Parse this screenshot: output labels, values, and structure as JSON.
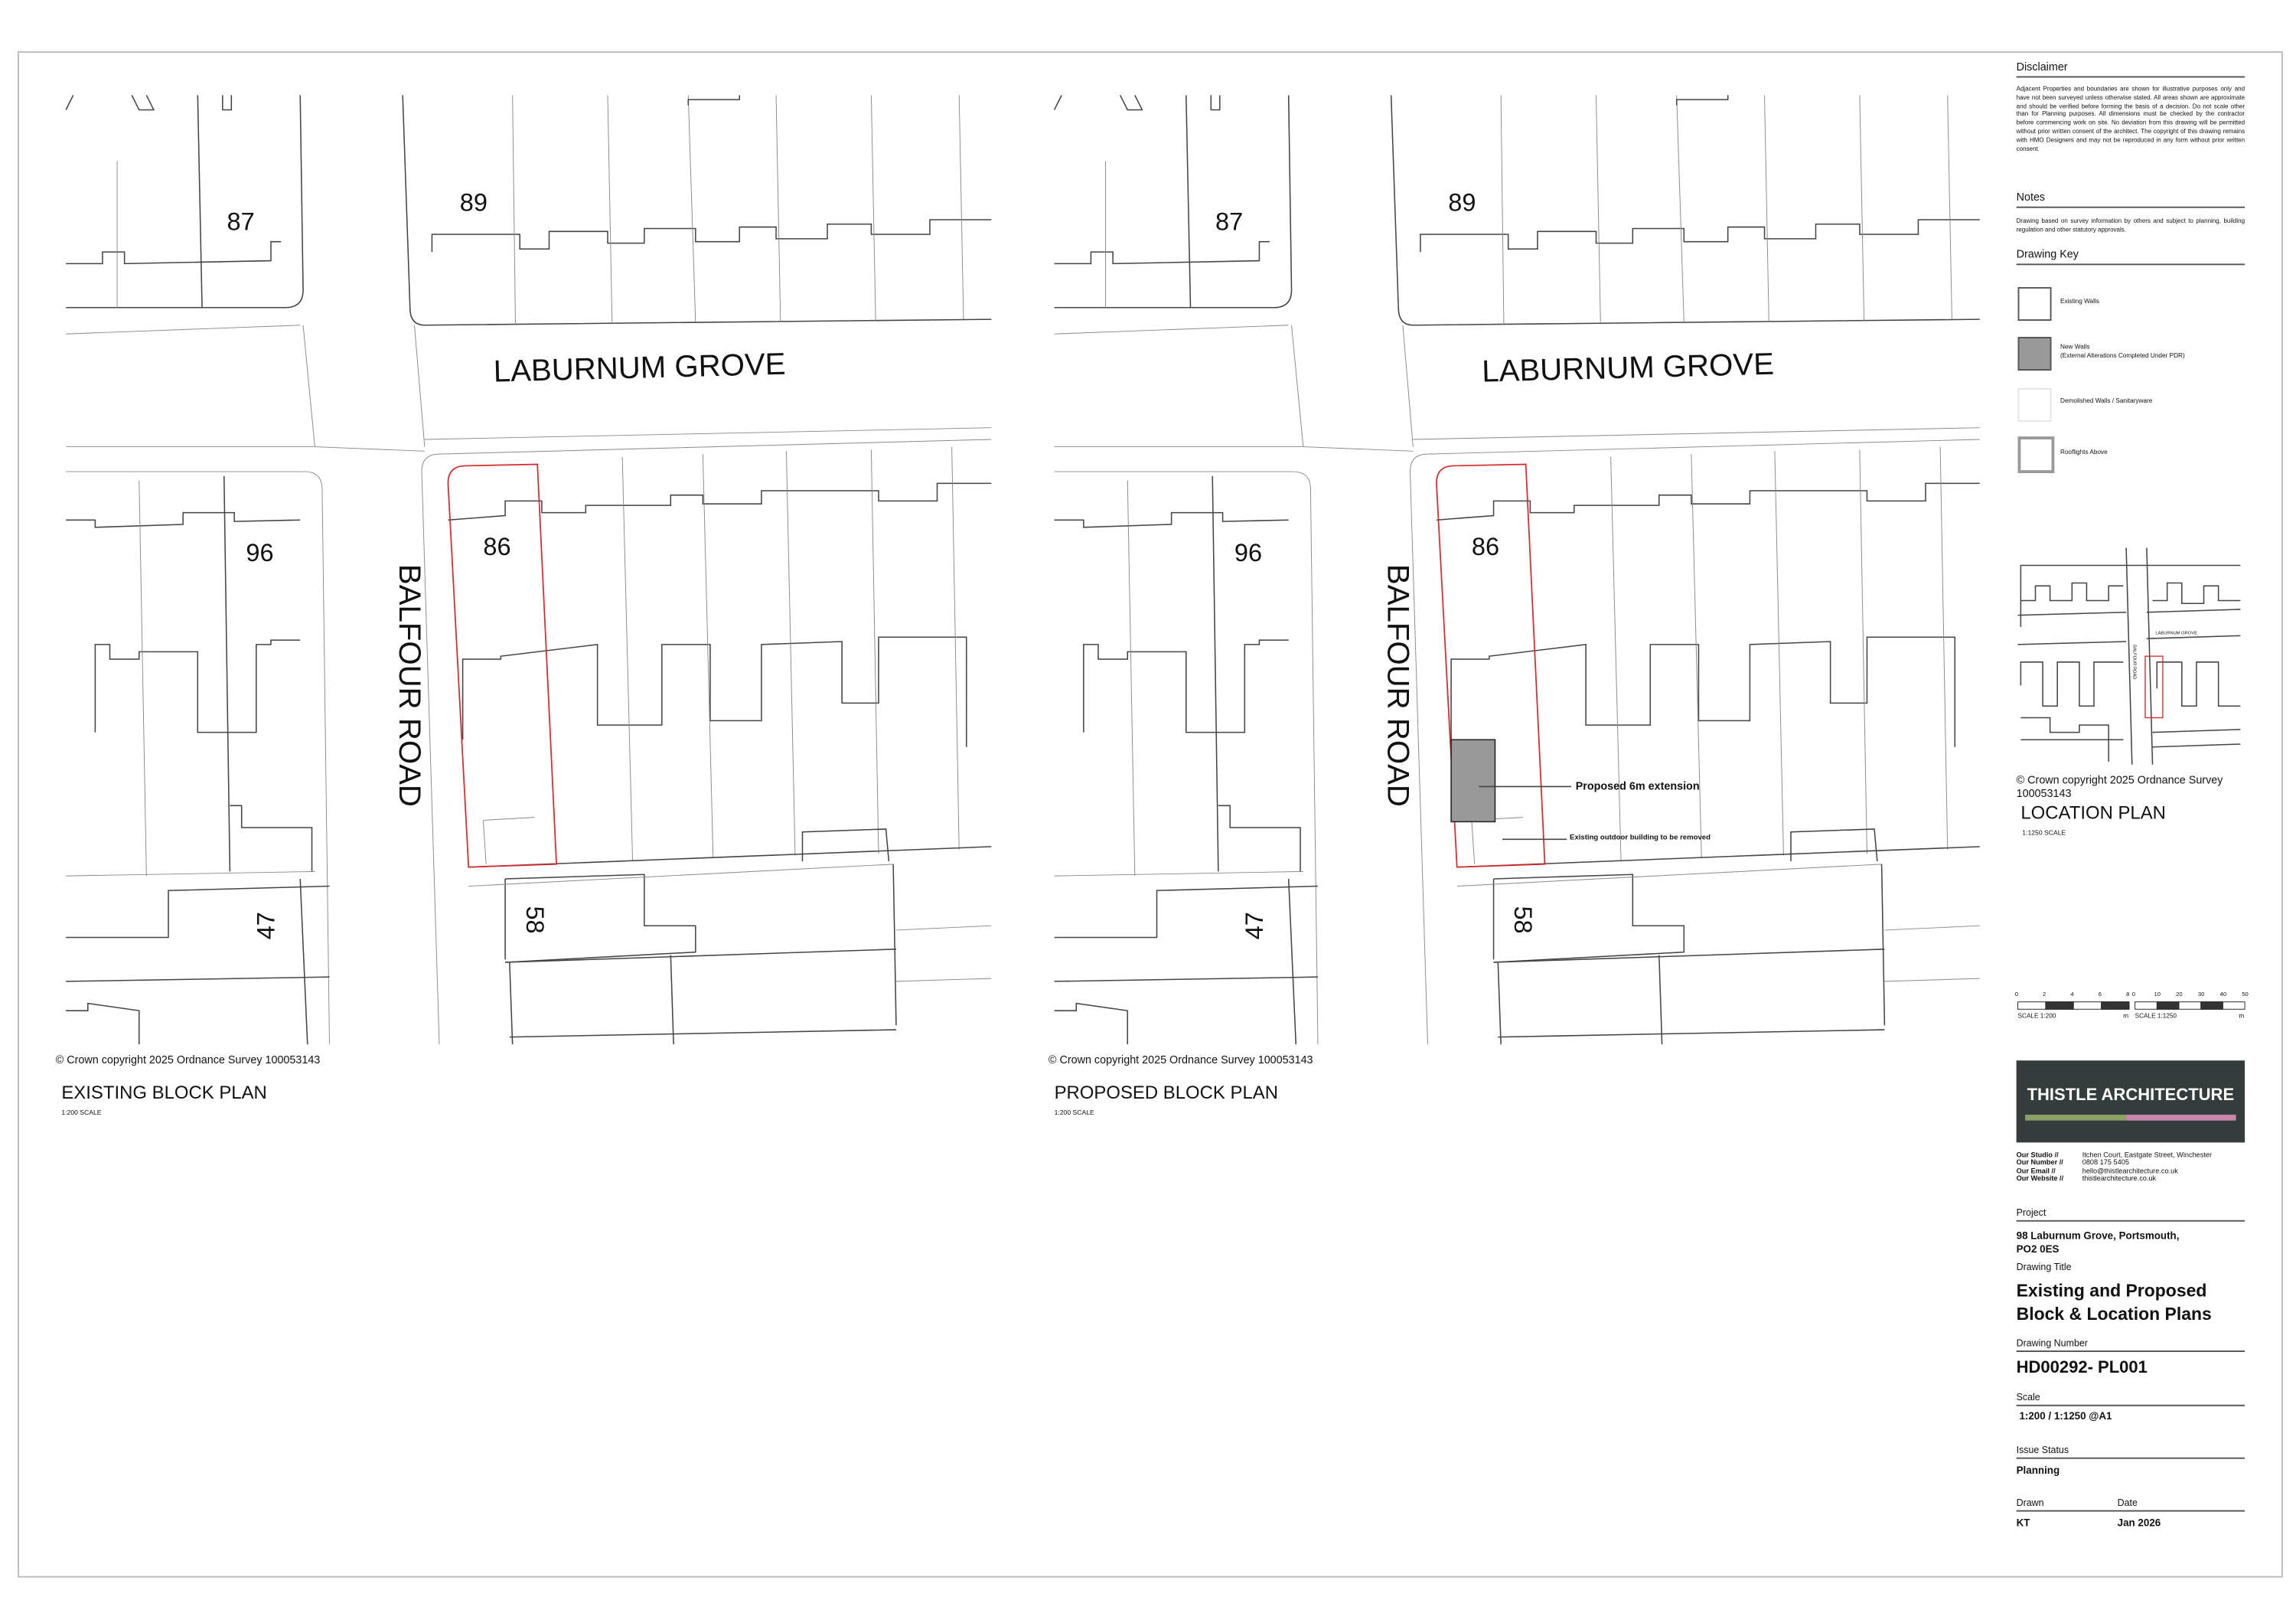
{
  "existing_plan": {
    "title": "EXISTING BLOCK PLAN",
    "scale": "1:200 SCALE",
    "copyright": "© Crown copyright 2025 Ordnance Survey 100053143",
    "labels": {
      "n87": "87",
      "n89": "89",
      "n96": "96",
      "n86": "86",
      "n47": "47",
      "n58": "58",
      "laburnum": "LABURNUM GROVE",
      "balfour": "BALFOUR ROAD"
    }
  },
  "proposed_plan": {
    "title": "PROPOSED BLOCK PLAN",
    "scale": "1:200 SCALE",
    "copyright": "© Crown copyright 2025 Ordnance Survey 100053143",
    "labels": {
      "n87": "87",
      "n89": "89",
      "n96": "96",
      "n86": "86",
      "n47": "47",
      "n58": "58",
      "laburnum": "LABURNUM GROVE",
      "balfour": "BALFOUR ROAD"
    },
    "annotations": {
      "extension": "Proposed 6m extension",
      "removed": "Existing outdoor building to be removed"
    }
  },
  "sidebar": {
    "disclaimer_heading": "Disclaimer",
    "disclaimer_text": "Adjacent Properties and boundaries are shown for illustrative purposes only and have not been surveyed unless otherwise stated. All areas shown are approximate and should be verified before forming the basis of a decision. Do not scale other than for Planning purposes. All dimensions must be checked by the contractor before commencing work on site. No deviation from this drawing will be permitted without prior written consent of the architect. The copyright of this drawing remains with HMO Designers and may not be reproduced in any form without prior written consent.",
    "notes_heading": "Notes",
    "notes_text": "Drawing based on survey information by others and subject to planning, building regulation and other statutory approvals.",
    "key_heading": "Drawing Key",
    "key": [
      {
        "label": "Existing Walls",
        "color": "#ffffff"
      },
      {
        "label": "New Walls",
        "sub": "(External Alterations Completed Under PDR)",
        "color": "#999999"
      },
      {
        "label": "Demolished Walls / Sanitaryware",
        "color": "#ffffff"
      },
      {
        "label": "Rooflights Above",
        "color": "#ffffff"
      }
    ],
    "location": {
      "copyright": "© Crown copyright 2025 Ordnance Survey",
      "licence": "100053143",
      "title": "LOCATION PLAN",
      "scale": "1:1250 SCALE",
      "road1": "LABURNUM GROVE",
      "road2": "BALFOUR ROAD"
    },
    "scalebars": [
      {
        "label": "SCALE 1:200",
        "unit": "m",
        "ticks": [
          "0",
          "2",
          "4",
          "6",
          "8"
        ]
      },
      {
        "label": "SCALE 1:1250",
        "unit": "m",
        "ticks": [
          "0",
          "10",
          "20",
          "30",
          "40",
          "50"
        ]
      }
    ],
    "logo": {
      "name": "THISTLE ARCHITECTURE",
      "colors": [
        "#343c3c",
        "#8ca163",
        "#c687a8"
      ]
    },
    "contact": [
      {
        "k": "Our Studio //",
        "v": "Itchen Court, Eastgate Street, Winchester"
      },
      {
        "k": "Our Number //",
        "v": "0808 175 5405"
      },
      {
        "k": "Our Email //",
        "v": "hello@thistlearchitecture.co.uk"
      },
      {
        "k": "Our Website //",
        "v": "thistlearchitecture.co.uk"
      }
    ],
    "title_block": {
      "project_label": "Project",
      "project_line1": "98  Laburnum Grove, Portsmouth,",
      "project_line2": "PO2 0ES",
      "drawing_title_label": "Drawing Title",
      "drawing_title_line1": "Existing and Proposed",
      "drawing_title_line2": "Block & Location Plans",
      "drawing_number_label": "Drawing Number",
      "drawing_number": "HD00292- PL001",
      "scale_label": "Scale",
      "scale": "1:200 / 1:1250 @A1",
      "issue_label": "Issue Status",
      "issue": "Planning",
      "drawn_label": "Drawn",
      "drawn": "KT",
      "date_label": "Date",
      "date": "Jan 2026"
    }
  }
}
